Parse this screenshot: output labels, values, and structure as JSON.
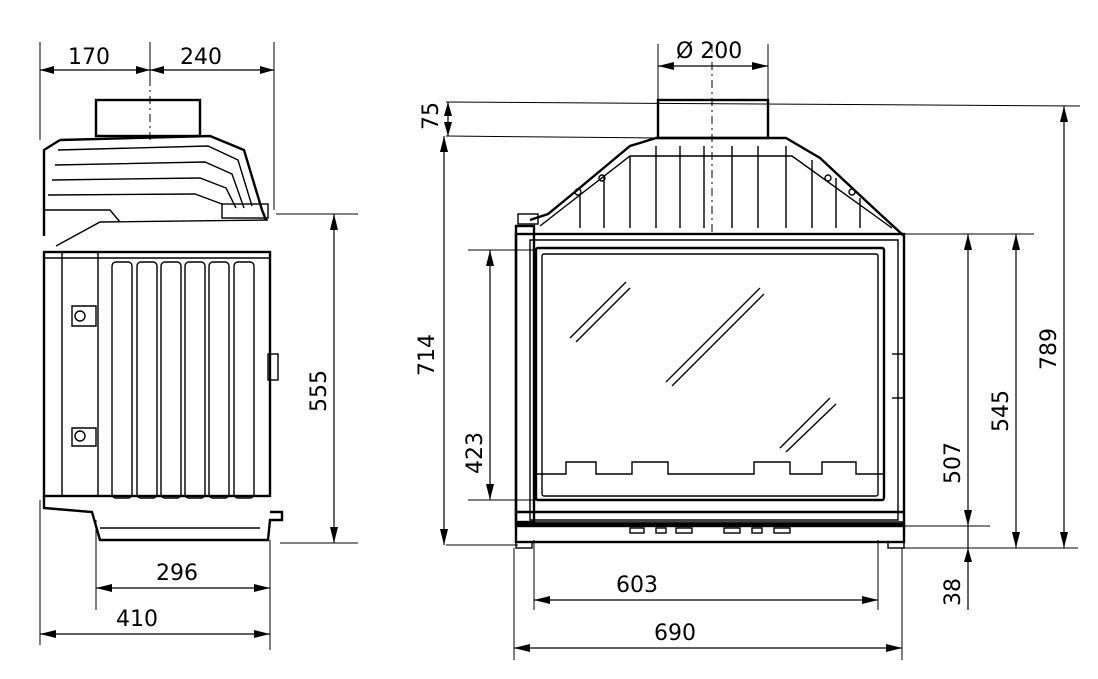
{
  "side_view": {
    "dims": {
      "top_left_width": "170",
      "top_right_width": "240",
      "height": "555",
      "body_depth": "296",
      "total_depth": "410"
    }
  },
  "front_view": {
    "dims": {
      "flue_diameter": "Ø 200",
      "flue_height": "75",
      "height_to_collar": "714",
      "total_height": "789",
      "frame_height": "545",
      "glass_height": "507",
      "opening_height": "423",
      "base_height": "38",
      "inner_width": "603",
      "total_width": "690"
    }
  }
}
